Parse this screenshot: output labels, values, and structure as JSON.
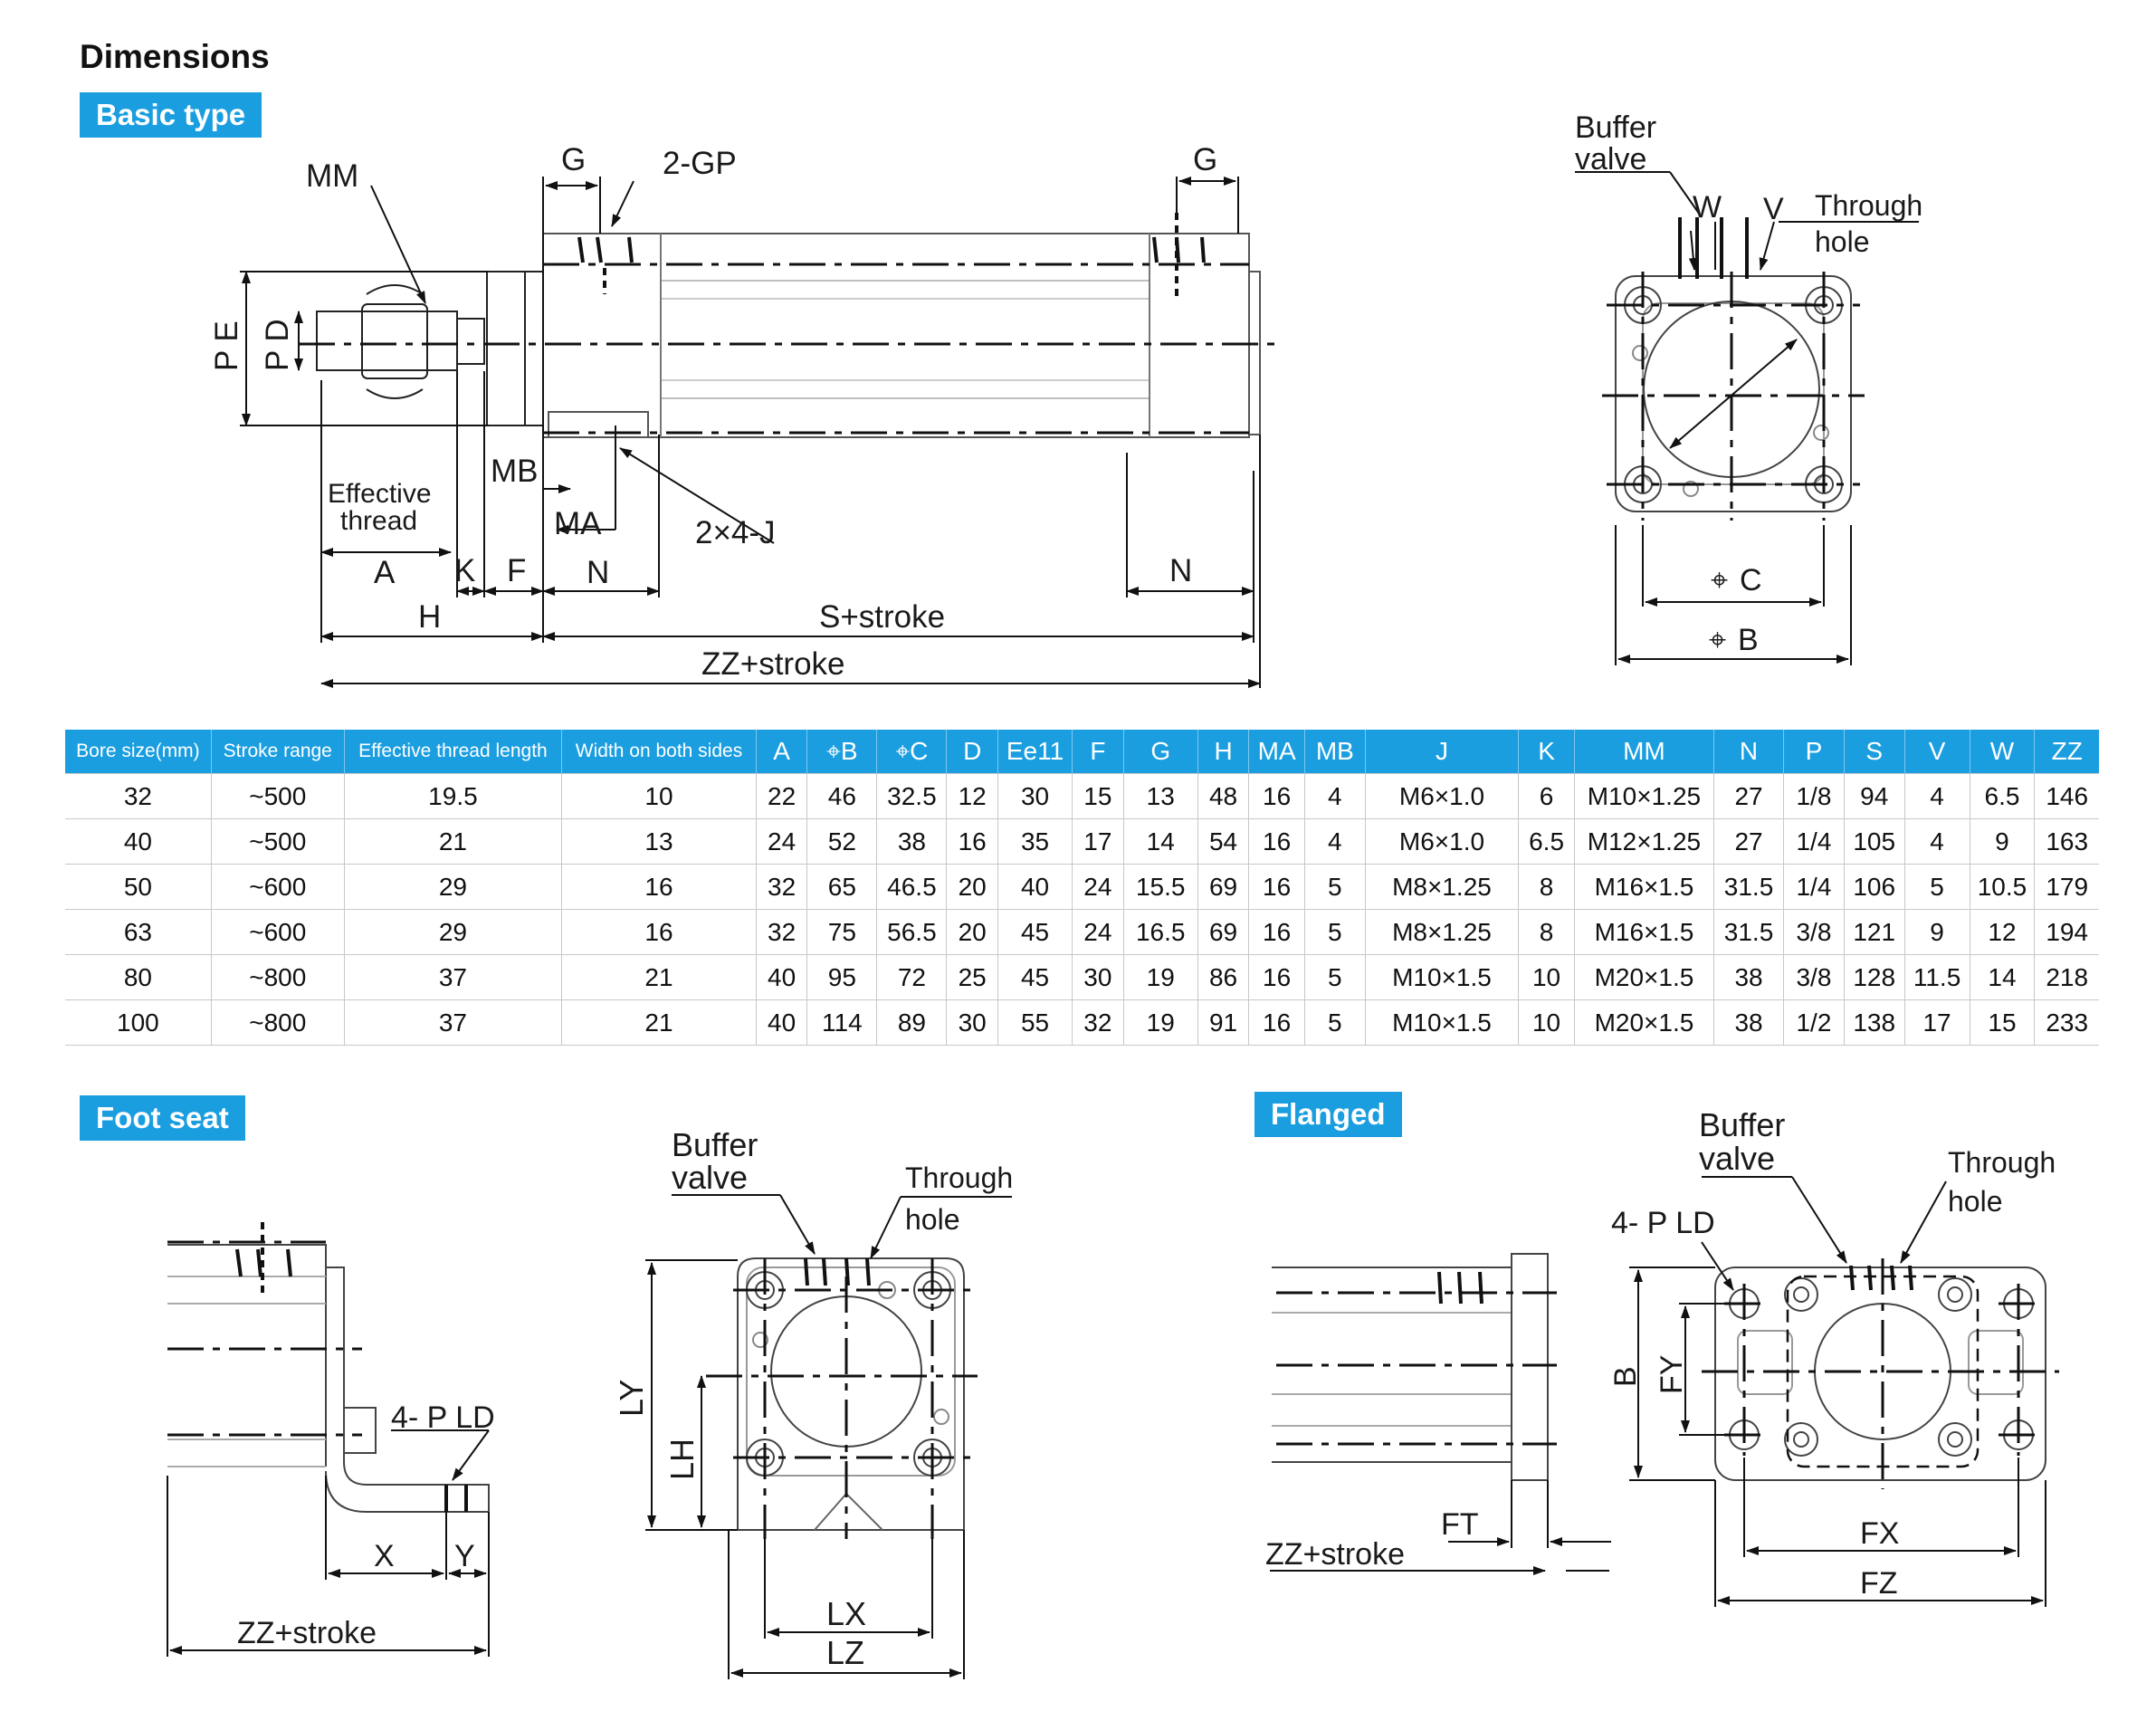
{
  "title": "Dimensions",
  "sections": {
    "basic": "Basic type",
    "foot": "Foot seat",
    "flanged": "Flanged"
  },
  "basic_labels": {
    "mm": "MM",
    "g": "G",
    "gp": "2-GP",
    "pe": "P E",
    "pd": "P D",
    "mb": "MB",
    "ma": "MA",
    "j": "2×4-J",
    "eff1": "Effective",
    "eff2": "thread",
    "a": "A",
    "k": "K",
    "f": "F",
    "n": "N",
    "h": "H",
    "s": "S+stroke",
    "zz": "ZZ+stroke"
  },
  "end_view_labels": {
    "buffer1": "Buffer",
    "buffer2": "valve",
    "w": "W",
    "v": "V",
    "through1": "Through",
    "through2": "hole",
    "c": "C",
    "b": "B"
  },
  "foot_labels": {
    "pld": "4- P LD",
    "x": "X",
    "y": "Y",
    "zz": "ZZ+stroke",
    "buffer1": "Buffer",
    "buffer2": "valve",
    "through1": "Through",
    "through2": "hole",
    "ly": "LY",
    "lh": "LH",
    "lx": "LX",
    "lz": "LZ"
  },
  "flange_labels": {
    "ft": "FT",
    "zz": "ZZ+stroke",
    "buffer1": "Buffer",
    "buffer2": "valve",
    "through1": "Through",
    "through2": "hole",
    "pld": "4- P LD",
    "b": "B",
    "fy": "FY",
    "fx": "FX",
    "fz": "FZ"
  },
  "table": {
    "headers": [
      "Bore size(mm)",
      "Stroke range",
      "Effective thread length",
      "Width on both sides",
      "A",
      "B",
      "C",
      "D",
      "Ee11",
      "F",
      "G",
      "H",
      "MA",
      "MB",
      "J",
      "K",
      "MM",
      "N",
      "P",
      "S",
      "V",
      "W",
      "ZZ"
    ],
    "rows": [
      [
        "32",
        "~500",
        "19.5",
        "10",
        "22",
        "46",
        "32.5",
        "12",
        "30",
        "15",
        "13",
        "48",
        "16",
        "4",
        "M6×1.0",
        "6",
        "M10×1.25",
        "27",
        "1/8",
        "94",
        "4",
        "6.5",
        "146"
      ],
      [
        "40",
        "~500",
        "21",
        "13",
        "24",
        "52",
        "38",
        "16",
        "35",
        "17",
        "14",
        "54",
        "16",
        "4",
        "M6×1.0",
        "6.5",
        "M12×1.25",
        "27",
        "1/4",
        "105",
        "4",
        "9",
        "163"
      ],
      [
        "50",
        "~600",
        "29",
        "16",
        "32",
        "65",
        "46.5",
        "20",
        "40",
        "24",
        "15.5",
        "69",
        "16",
        "5",
        "M8×1.25",
        "8",
        "M16×1.5",
        "31.5",
        "1/4",
        "106",
        "5",
        "10.5",
        "179"
      ],
      [
        "63",
        "~600",
        "29",
        "16",
        "32",
        "75",
        "56.5",
        "20",
        "45",
        "24",
        "16.5",
        "69",
        "16",
        "5",
        "M8×1.25",
        "8",
        "M16×1.5",
        "31.5",
        "3/8",
        "121",
        "9",
        "12",
        "194"
      ],
      [
        "80",
        "~800",
        "37",
        "21",
        "40",
        "95",
        "72",
        "25",
        "45",
        "30",
        "19",
        "86",
        "16",
        "5",
        "M10×1.5",
        "10",
        "M20×1.5",
        "38",
        "3/8",
        "128",
        "11.5",
        "14",
        "218"
      ],
      [
        "100",
        "~800",
        "37",
        "21",
        "40",
        "114",
        "89",
        "30",
        "55",
        "32",
        "19",
        "91",
        "16",
        "5",
        "M10×1.5",
        "10",
        "M20×1.5",
        "38",
        "1/2",
        "138",
        "17",
        "15",
        "233"
      ]
    ]
  }
}
